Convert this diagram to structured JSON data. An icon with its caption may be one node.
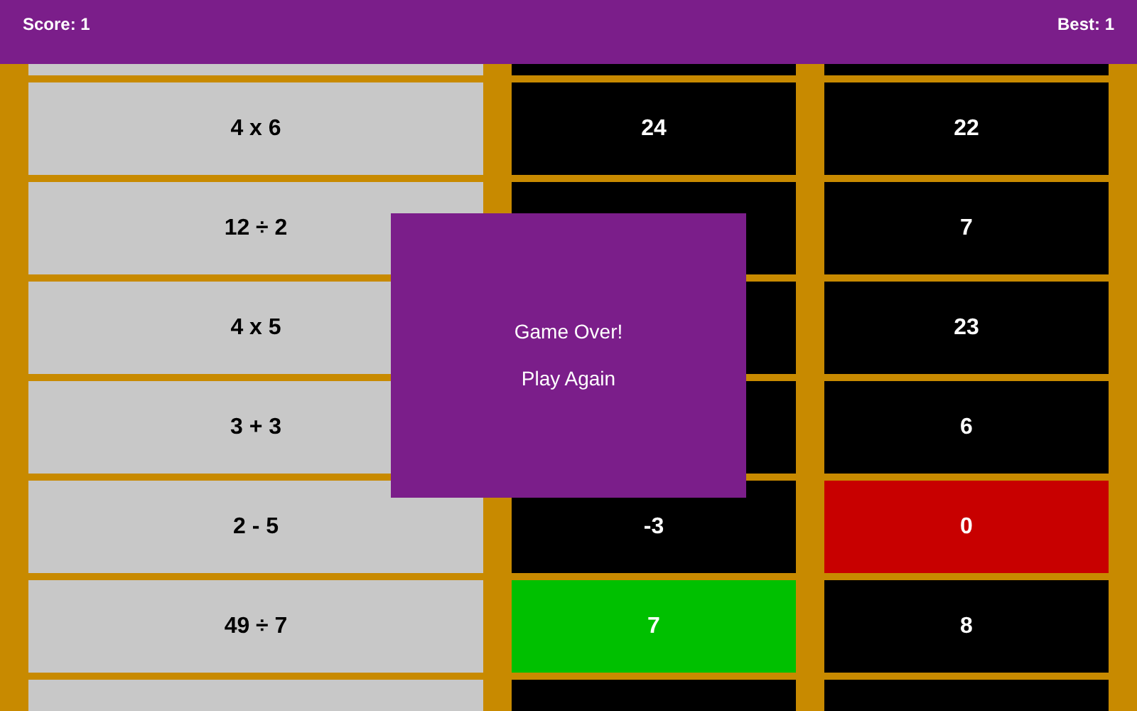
{
  "diagram": {
    "nodes": [
      {
        "text": [],
        "shape": "box"
      },
      {
        "text": [],
        "shape": "box"
      },
      {
        "text": [],
        "shape": "box"
      },
      {
        "text": [
          "4 x 6"
        ]
      },
      {
        "text": [
          "24"
        ]
      },
      {
        "text": [
          "22"
        ]
      },
      {
        "text": [
          "12 ÷ 2"
        ]
      },
      {
        "text": [],
        "shape": "box"
      },
      {
        "text": [
          "7"
        ]
      },
      {
        "text": [
          "4 x 5"
        ]
      },
      {
        "text": [],
        "shape": "box"
      },
      {
        "text": [
          "23"
        ]
      },
      {
        "text": [
          "3 + 3"
        ]
      },
      {
        "text": [],
        "shape": "box"
      },
      {
        "text": [
          "6"
        ]
      },
      {
        "text": [
          "2 - 5"
        ]
      },
      {
        "text": [
          "-3"
        ]
      },
      {
        "text": [
          "0"
        ]
      },
      {
        "text": [
          "49 ÷ 7"
        ]
      },
      {
        "text": [
          "7"
        ]
      },
      {
        "text": [
          "8"
        ]
      },
      {
        "text": [],
        "shape": "box"
      },
      {
        "text": [],
        "shape": "box"
      },
      {
        "text": [],
        "shape": "box"
      },
      {
        "text": [
          "Game Over!",
          "Play Again"
        ]
      }
    ],
    "labels": [
      "Score: 1",
      "Best: 1"
    ]
  }
}
